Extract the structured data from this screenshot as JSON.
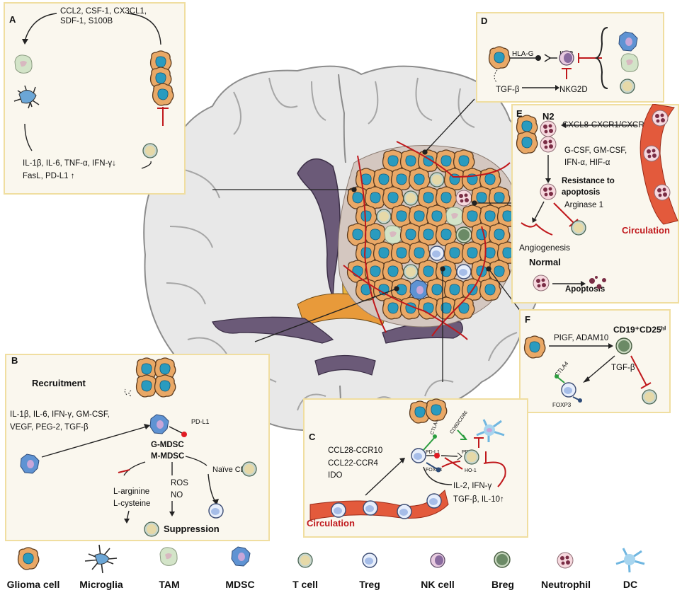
{
  "panels": {
    "A": {
      "letter": "A",
      "top_text_1": "CCL2, CSF-1, CX3CL1,",
      "top_text_2": "SDF-1, S100B",
      "bottom_text_1": "IL-1β, IL-6, TNF-α, IFN-γ↓",
      "bottom_text_2": "FasL, PD-L1 ↑"
    },
    "B": {
      "letter": "B",
      "recruitment": "Recruitment",
      "factors_1": "IL-1β, IL-6, IFN-γ, GM-CSF,",
      "factors_2": "VEGF, PEG-2, TGF-β",
      "pdl1": "PD-L1",
      "gmdsc": "G-MDSC",
      "mmdsc": "M-MDSC",
      "arginine": "L-arginine",
      "cysteine": "L-cysteine",
      "ros": "ROS",
      "no": "NO",
      "naive": "Naïve CD4⁺",
      "suppression": "Suppression"
    },
    "C": {
      "letter": "C",
      "ccl28": "CCL28-CCR10",
      "ccl22": "CCL22-CCR4",
      "ido": "IDO",
      "circulation": "Circulation",
      "ctla4": "CTLA4",
      "cd80": "CD80/CD86",
      "pdl1": "PD-L1",
      "pd1": "PD-1",
      "foxp3": "FOXP3",
      "ho1": "HO-1",
      "il2": "IL-2, IFN-γ",
      "tgfb": "TGF-β, IL-10↑"
    },
    "D": {
      "letter": "D",
      "hlag": "HLA-G",
      "ilt2": "ILT2",
      "tgfb": "TGF-β",
      "nkg2d": "NKG2D"
    },
    "E": {
      "letter": "E",
      "n2": "N2",
      "cxcl8": "CXCL8-CXCR1/CXCR2",
      "gcsf_1": "G-CSF, GM-CSF,",
      "gcsf_2": "IFN-α, HIF-α",
      "resistance_1": "Resistance to",
      "resistance_2": "apoptosis",
      "arginase": "Arginase 1",
      "angiogenesis": "Angiogenesis",
      "circulation": "Circulation",
      "normal": "Normal",
      "apoptosis": "Apoptosis"
    },
    "F": {
      "letter": "F",
      "pigf": "PIGF, ADAM10",
      "cd19": "CD19⁺CD25ʰⁱ",
      "tgfb": "TGF-β",
      "ctla4": "CTLA4",
      "foxp3": "FOXP3"
    }
  },
  "legend": [
    "Glioma cell",
    "Microglia",
    "TAM",
    "MDSC",
    "T cell",
    "Treg",
    "NK cell",
    "Breg",
    "Neutrophil",
    "DC"
  ],
  "colors": {
    "panel_bg": "#faf7ee",
    "panel_border": "#f0dea0",
    "glioma": "#e9a866",
    "glioma_nucleus": "#2a9bbf",
    "red": "#c0181c",
    "brain": "#e6e6e6",
    "ventricle": "#6b5a78"
  }
}
